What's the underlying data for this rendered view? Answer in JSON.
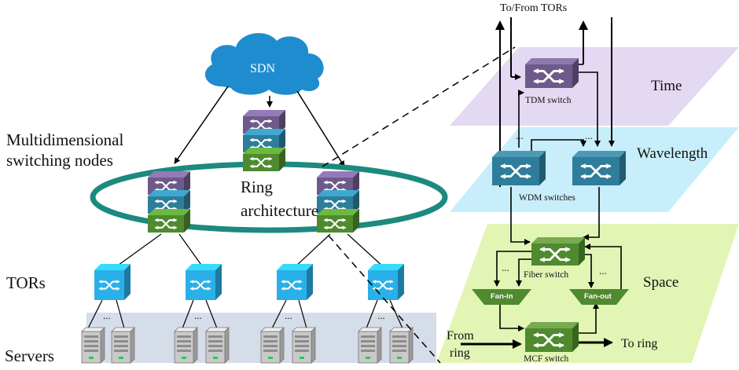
{
  "controller": {
    "label": "SDN"
  },
  "labels": {
    "multidimensional_nodes": [
      "Multidimensional",
      "switching nodes"
    ],
    "ring_architecture": [
      "Ring",
      "architecture"
    ],
    "tors": "TORs",
    "servers": "Servers",
    "ellipsis": "..."
  },
  "planes": {
    "time": "Time",
    "wavelength": "Wavelength",
    "space": "Space"
  },
  "switches": {
    "tdm": "TDM switch",
    "wdm": "WDM switches",
    "fiber": "Fiber switch",
    "mcf": "MCF switch"
  },
  "fan": {
    "in": "Fan-in",
    "out": "Fan-out"
  },
  "ports": {
    "to_from_tors": "To/From TORs",
    "from_ring": [
      "From",
      "ring"
    ],
    "to_ring": "To ring"
  },
  "colors": {
    "sdn_cloud": "#1f8ccf",
    "time_layer": "#6e5a8a",
    "wavelength_layer": "#2e7d9a",
    "space_layer": "#4f8a2f",
    "tor": "#2ab0e8",
    "ring": "#1c8a7e",
    "time_plane": "#e4d9f2",
    "wavelength_plane": "#c8eefb",
    "space_plane": "#e2f5b4",
    "server_area": "#d5dde9"
  }
}
